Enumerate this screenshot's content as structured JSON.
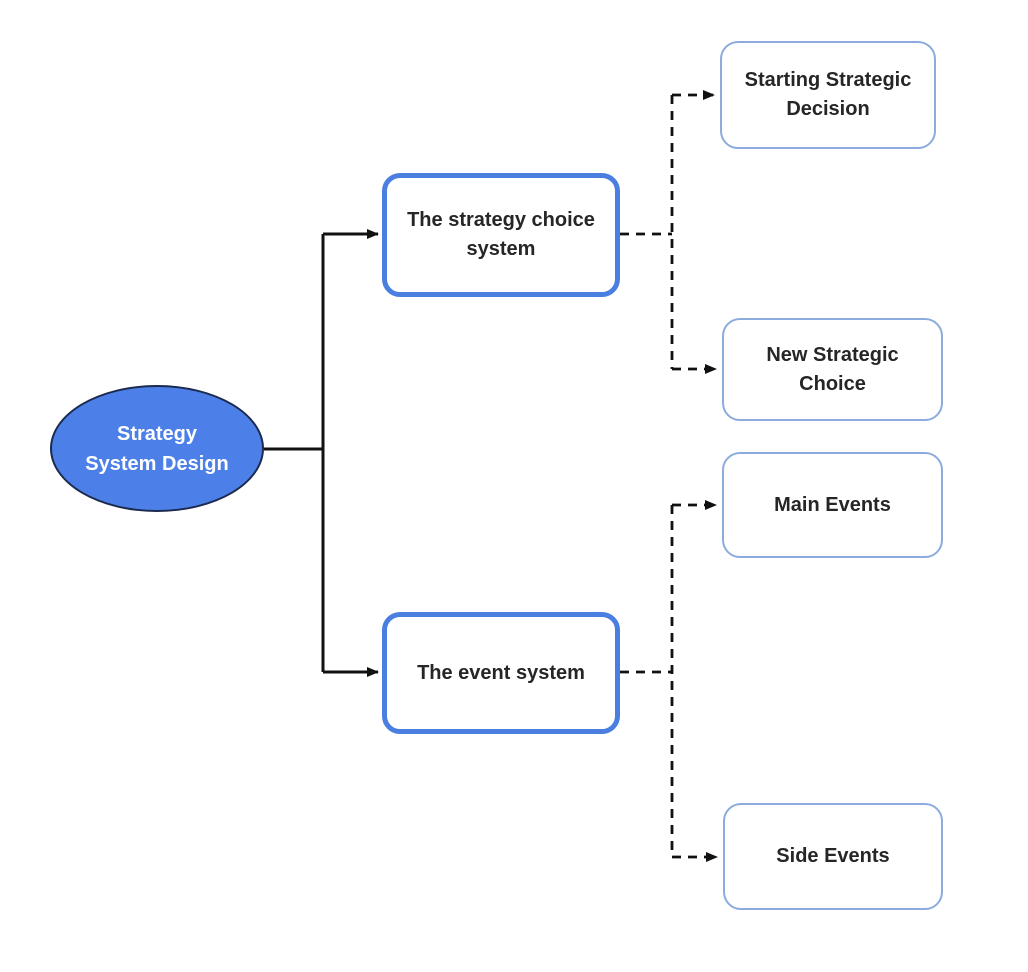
{
  "diagram": {
    "type": "flowchart-mindmap",
    "nodes": {
      "root": {
        "label": "Strategy System Design",
        "shape": "ellipse",
        "lines": [
          "Strategy",
          "System Design"
        ]
      },
      "strategy_choice": {
        "label": "The strategy choice system",
        "shape": "rounded-rect-thick-border",
        "lines": [
          "The strategy choice",
          "system"
        ]
      },
      "event": {
        "label": "The event system",
        "shape": "rounded-rect-thick-border",
        "lines": [
          "The event system"
        ]
      },
      "starting": {
        "label": "Starting Strategic Decision",
        "shape": "rounded-rect-thin-border",
        "lines": [
          "Starting Strategic",
          "Decision"
        ]
      },
      "new_choice": {
        "label": "New Strategic Choice",
        "shape": "rounded-rect-thin-border",
        "lines": [
          "New Strategic",
          "Choice"
        ]
      },
      "main_events": {
        "label": "Main Events",
        "shape": "rounded-rect-thin-border",
        "lines": [
          "Main Events"
        ]
      },
      "side_events": {
        "label": "Side Events",
        "shape": "rounded-rect-thin-border",
        "lines": [
          "Side Events"
        ]
      }
    },
    "edges": [
      {
        "from": "Strategy System Design",
        "to": "The strategy choice system",
        "style": "solid",
        "arrow": true
      },
      {
        "from": "Strategy System Design",
        "to": "The event system",
        "style": "solid",
        "arrow": true
      },
      {
        "from": "The strategy choice system",
        "to": "Starting Strategic Decision",
        "style": "dashed",
        "arrow": true
      },
      {
        "from": "The strategy choice system",
        "to": "New Strategic Choice",
        "style": "dashed",
        "arrow": true
      },
      {
        "from": "The event system",
        "to": "Main Events",
        "style": "dashed",
        "arrow": true
      },
      {
        "from": "The event system",
        "to": "Side Events",
        "style": "dashed",
        "arrow": true
      }
    ],
    "colors": {
      "root_fill": "#4C80E8",
      "root_border": "#1B2A4E",
      "root_text": "#FFFFFF",
      "primary_box_border": "#4A7FE0",
      "secondary_box_border": "#8CACDE",
      "box_fill": "#FFFFFF",
      "node_text": "#262626",
      "connector": "#111111",
      "background": "#FFFFFF"
    }
  }
}
